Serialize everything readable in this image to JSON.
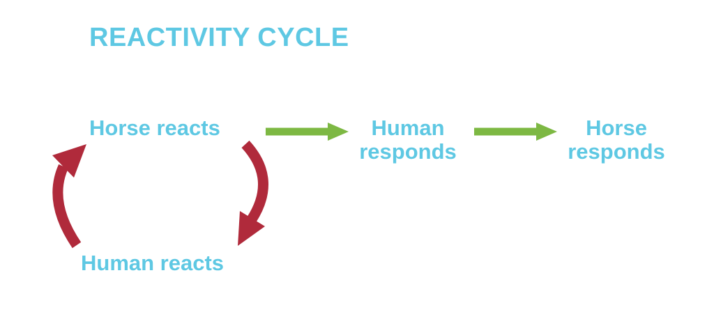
{
  "title": "REACTIVITY CYCLE",
  "diagram": {
    "nodes": [
      {
        "id": "horse-reacts",
        "label": "Horse reacts"
      },
      {
        "id": "human-responds",
        "label": "Human responds"
      },
      {
        "id": "horse-responds",
        "label": "Horse responds"
      },
      {
        "id": "human-reacts",
        "label": "Human reacts"
      }
    ],
    "edges": [
      {
        "from": "horse-reacts",
        "to": "human-responds",
        "style": "straight-right",
        "color_key": "green"
      },
      {
        "from": "human-responds",
        "to": "horse-responds",
        "style": "straight-right",
        "color_key": "green"
      },
      {
        "from": "human-reacts",
        "to": "horse-reacts",
        "style": "curved-up",
        "color_key": "red"
      },
      {
        "from": "horse-reacts",
        "to": "human-reacts",
        "style": "curved-down",
        "color_key": "red"
      }
    ]
  },
  "colors": {
    "text": "#5EC8E3",
    "green": "#7DB843",
    "red": "#B02A3B",
    "background": "#FFFFFF"
  }
}
